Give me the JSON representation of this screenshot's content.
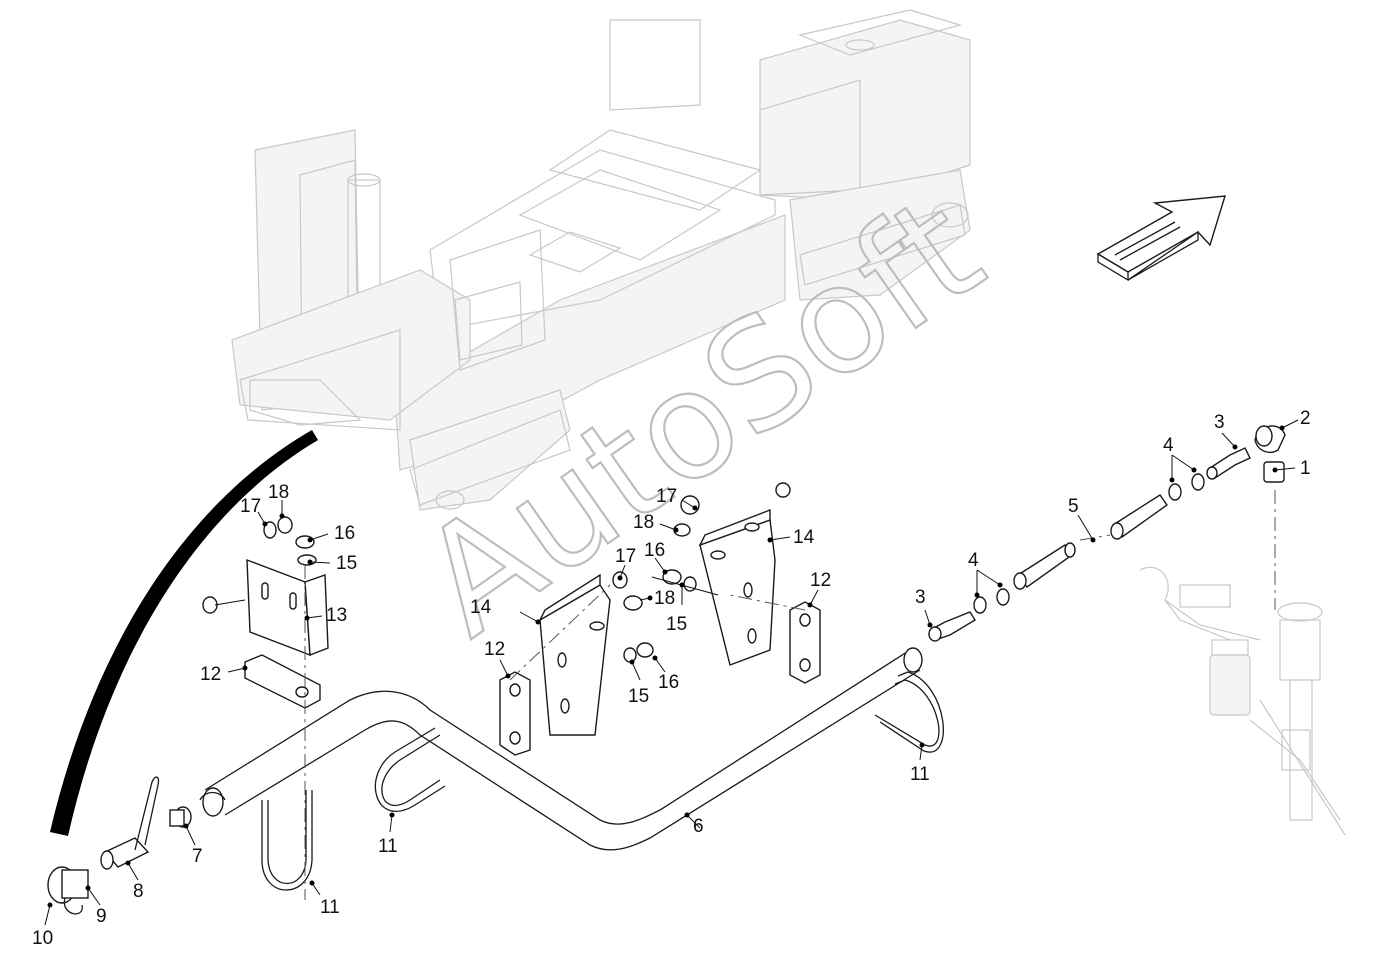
{
  "watermark": "AutoSoft",
  "callouts": [
    {
      "id": "c1",
      "text": "1"
    },
    {
      "id": "c2",
      "text": "2"
    },
    {
      "id": "c3a",
      "text": "3"
    },
    {
      "id": "c3b",
      "text": "3"
    },
    {
      "id": "c4a",
      "text": "4"
    },
    {
      "id": "c4b",
      "text": "4"
    },
    {
      "id": "c5",
      "text": "5"
    },
    {
      "id": "c6",
      "text": "6"
    },
    {
      "id": "c7",
      "text": "7"
    },
    {
      "id": "c8",
      "text": "8"
    },
    {
      "id": "c9",
      "text": "9"
    },
    {
      "id": "c10",
      "text": "10"
    },
    {
      "id": "c11a",
      "text": "11"
    },
    {
      "id": "c11b",
      "text": "11"
    },
    {
      "id": "c11c",
      "text": "11"
    },
    {
      "id": "c12a",
      "text": "12"
    },
    {
      "id": "c12b",
      "text": "12"
    },
    {
      "id": "c12c",
      "text": "12"
    },
    {
      "id": "c13",
      "text": "13"
    },
    {
      "id": "c14a",
      "text": "14"
    },
    {
      "id": "c14b",
      "text": "14"
    },
    {
      "id": "c15a",
      "text": "15"
    },
    {
      "id": "c15b",
      "text": "15"
    },
    {
      "id": "c15c",
      "text": "15"
    },
    {
      "id": "c16a",
      "text": "16"
    },
    {
      "id": "c16b",
      "text": "16"
    },
    {
      "id": "c16c",
      "text": "16"
    },
    {
      "id": "c17a",
      "text": "17"
    },
    {
      "id": "c17b",
      "text": "17"
    },
    {
      "id": "c17c",
      "text": "17"
    },
    {
      "id": "c18a",
      "text": "18"
    },
    {
      "id": "c18b",
      "text": "18"
    },
    {
      "id": "c18c",
      "text": "18"
    }
  ]
}
